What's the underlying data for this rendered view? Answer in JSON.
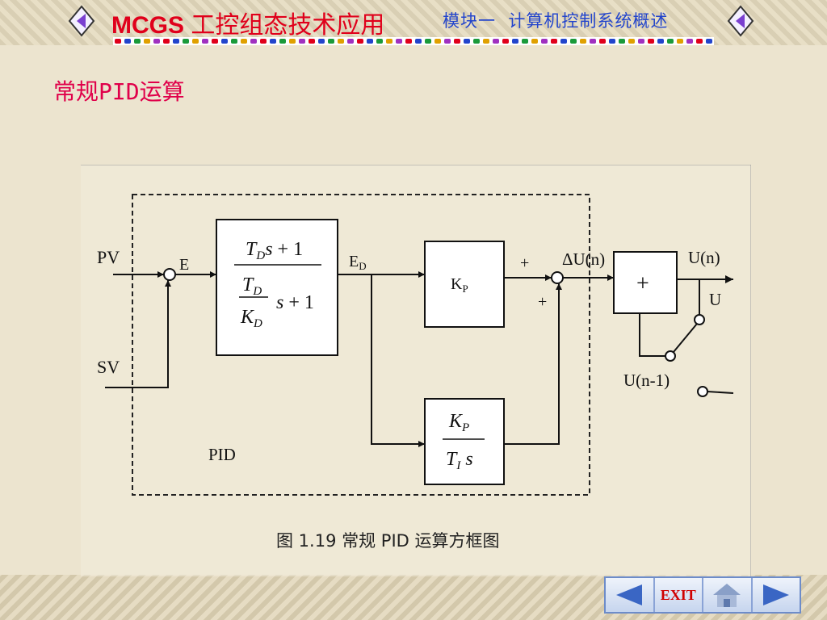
{
  "header": {
    "course_title_latin": "MCGS",
    "course_title_cn": " 工控组态技术应用",
    "module": "模块一",
    "module_title": "计算机控制系统概述"
  },
  "section": {
    "heading": "常规PID运算"
  },
  "diagram": {
    "pv": "PV",
    "sv": "SV",
    "e": "E",
    "ed": "E",
    "ed_sub": "D",
    "kp": "K",
    "kp_sub": "P",
    "plus_top": "+",
    "plus_bottom": "+",
    "delta_u": "ΔU(n)",
    "adder": "+",
    "u_n": "U(n)",
    "u": "U",
    "u_n1": "U(n-1)",
    "pid": "PID",
    "caption": "图 1.19 常规 PID 运算方框图"
  },
  "footer": {
    "exit_label": "EXIT"
  },
  "colors": {
    "title_red": "#e0001b",
    "module_blue": "#2244cc",
    "heading_pink": "#e0004a"
  }
}
